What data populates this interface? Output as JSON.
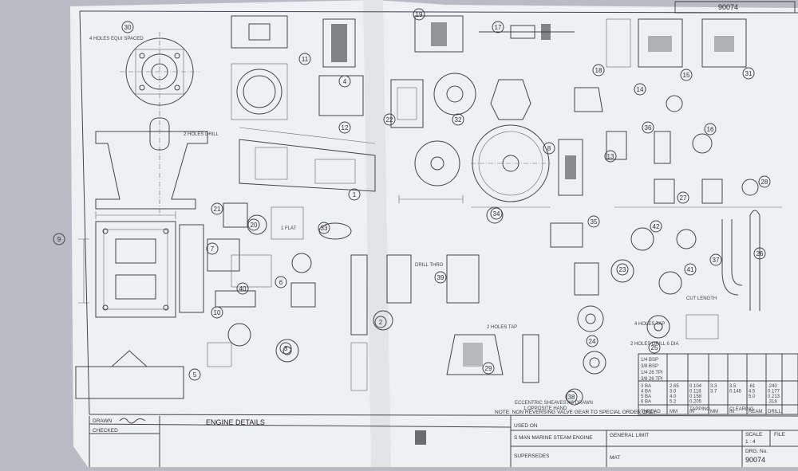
{
  "sheet": {
    "drawing_number_top": "90074",
    "title": "ENGINE DETAILS",
    "note": "NOTE: NON REVERSING VALVE GEAR TO SPECIAL ORDER ONLY",
    "part_labels": [
      "30",
      "19",
      "17",
      "11",
      "4",
      "12",
      "22",
      "32",
      "8",
      "31",
      "18",
      "15",
      "16",
      "14",
      "36",
      "13",
      "34",
      "27",
      "28",
      "21",
      "20",
      "33",
      "35",
      "42",
      "9",
      "7",
      "40",
      "10",
      "1",
      "26",
      "37",
      "6",
      "2",
      "3",
      "39",
      "23",
      "41",
      "24",
      "25",
      "5",
      "29",
      "38"
    ],
    "annotations": [
      "4 HOLES EQUI SPACED",
      "2 HOLES DRILL",
      "2 HOLES TAP",
      "CUT LENGTH",
      "4 HOLES TAP",
      "DRILL THRO",
      "1 FLAT",
      "ECCENTRIC SHEAVES AS DRAWN",
      "1 OPPOSITE HAND",
      "2 HOLES DRILL 6 DIA"
    ],
    "title_block": {
      "drawn_label": "DRAWN",
      "checked_label": "CHECKED",
      "used_on_label": "USED ON",
      "used_on_value": "S MAN MARINE STEAM ENGINE",
      "general_limit": "GENERAL LIMIT",
      "scale_label": "SCALE",
      "scale_value": "1 : 4",
      "file_label": "FILE",
      "dwg_no_label": "DRG. No.",
      "dwg_no_value": "90074",
      "supersedes": "SUPERSEDES",
      "mat_label": "MAT"
    },
    "thread_table": {
      "headers": [
        "THREAD",
        "MM",
        "IN",
        "MM",
        "IN",
        "REAM",
        "DRILL"
      ],
      "group_headers": [
        "TAPPING",
        "CLEARING"
      ],
      "rows": [
        [
          "3 BA",
          "2.65",
          "0.104",
          "3.3",
          "3.5",
          ".61",
          ".240"
        ],
        [
          "4 BA",
          "3.0",
          "0.118",
          "3.7",
          "0.146",
          "4.5",
          "0.177"
        ],
        [
          "5 BA",
          "4.0",
          "0.158",
          "",
          "",
          "5.0",
          "0.213"
        ],
        [
          "6 BA",
          "5.2",
          "0.205",
          "",
          "",
          "",
          ".318"
        ]
      ],
      "top_rows": [
        "1/4 BSP",
        "3/8 BSP",
        "1/4 26 TPI",
        "3/8 26 TPI"
      ]
    }
  }
}
